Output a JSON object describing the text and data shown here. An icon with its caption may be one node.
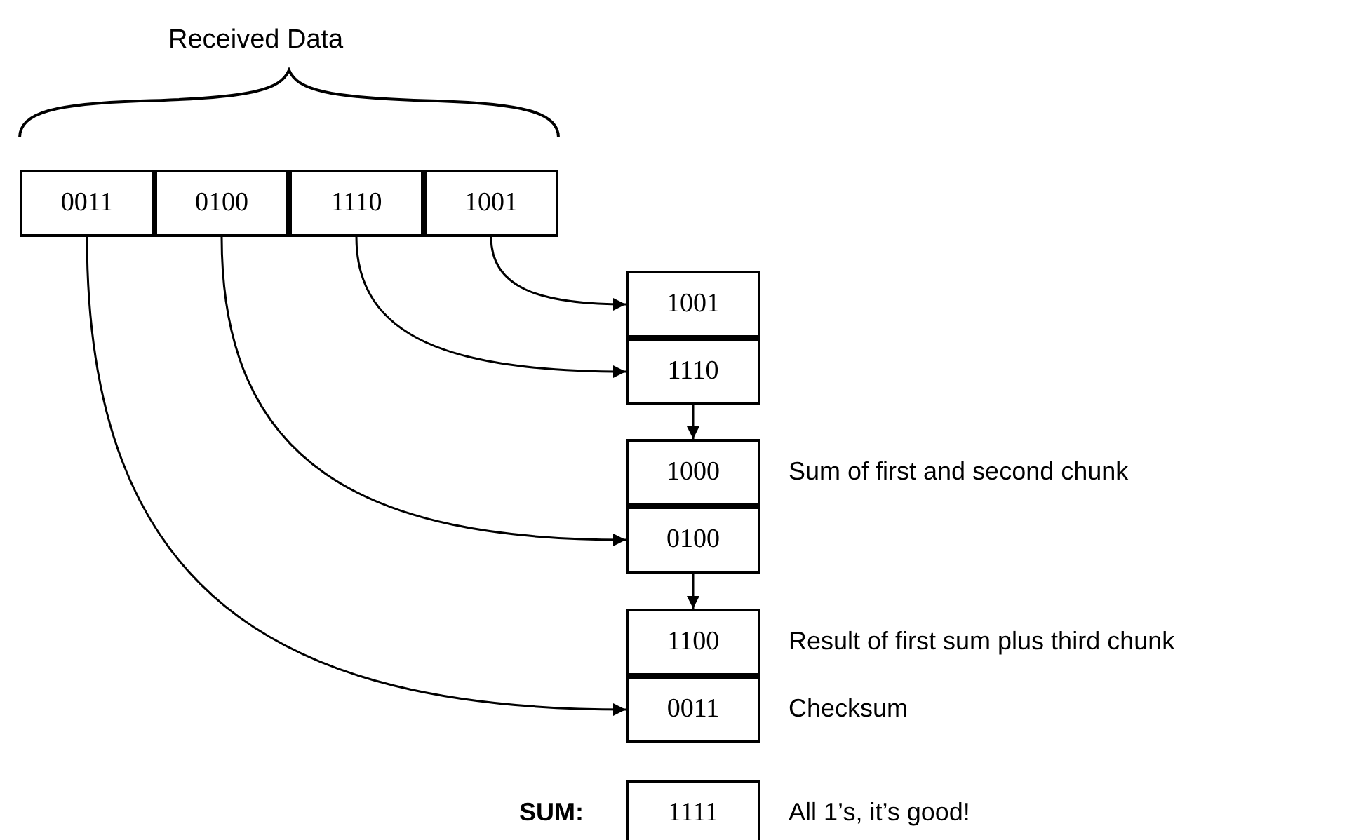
{
  "diagram": {
    "nodes": [
      {
        "text": [
          "0011"
        ]
      },
      {
        "text": [
          "0100"
        ]
      },
      {
        "text": [
          "1110"
        ]
      },
      {
        "text": [
          "1001"
        ]
      },
      {
        "text": [
          "1001"
        ]
      },
      {
        "text": [
          "1110"
        ]
      },
      {
        "text": [
          "1000"
        ],
        "beside": [
          "Sum of first and second chunk"
        ]
      },
      {
        "text": [
          "0100"
        ]
      },
      {
        "text": [
          "1100"
        ],
        "beside": [
          "Result of first sum plus third chunk"
        ]
      },
      {
        "text": [
          "0011"
        ],
        "beside": [
          "Checksum"
        ]
      },
      {
        "text": [
          "1111"
        ],
        "beside": [
          "All 1’s, it’s good!"
        ]
      }
    ],
    "edges": [
      {
        "from": 3,
        "to": 4,
        "arrow": "to"
      },
      {
        "from": 2,
        "to": 5,
        "arrow": "to"
      },
      {
        "from": 5,
        "to": 6,
        "arrow": "to"
      },
      {
        "from": 1,
        "to": 7,
        "arrow": "to"
      },
      {
        "from": 7,
        "to": 8,
        "arrow": "to"
      },
      {
        "from": 0,
        "to": 9,
        "arrow": "to"
      }
    ],
    "labels": [
      "Received Data",
      "SUM:"
    ]
  }
}
